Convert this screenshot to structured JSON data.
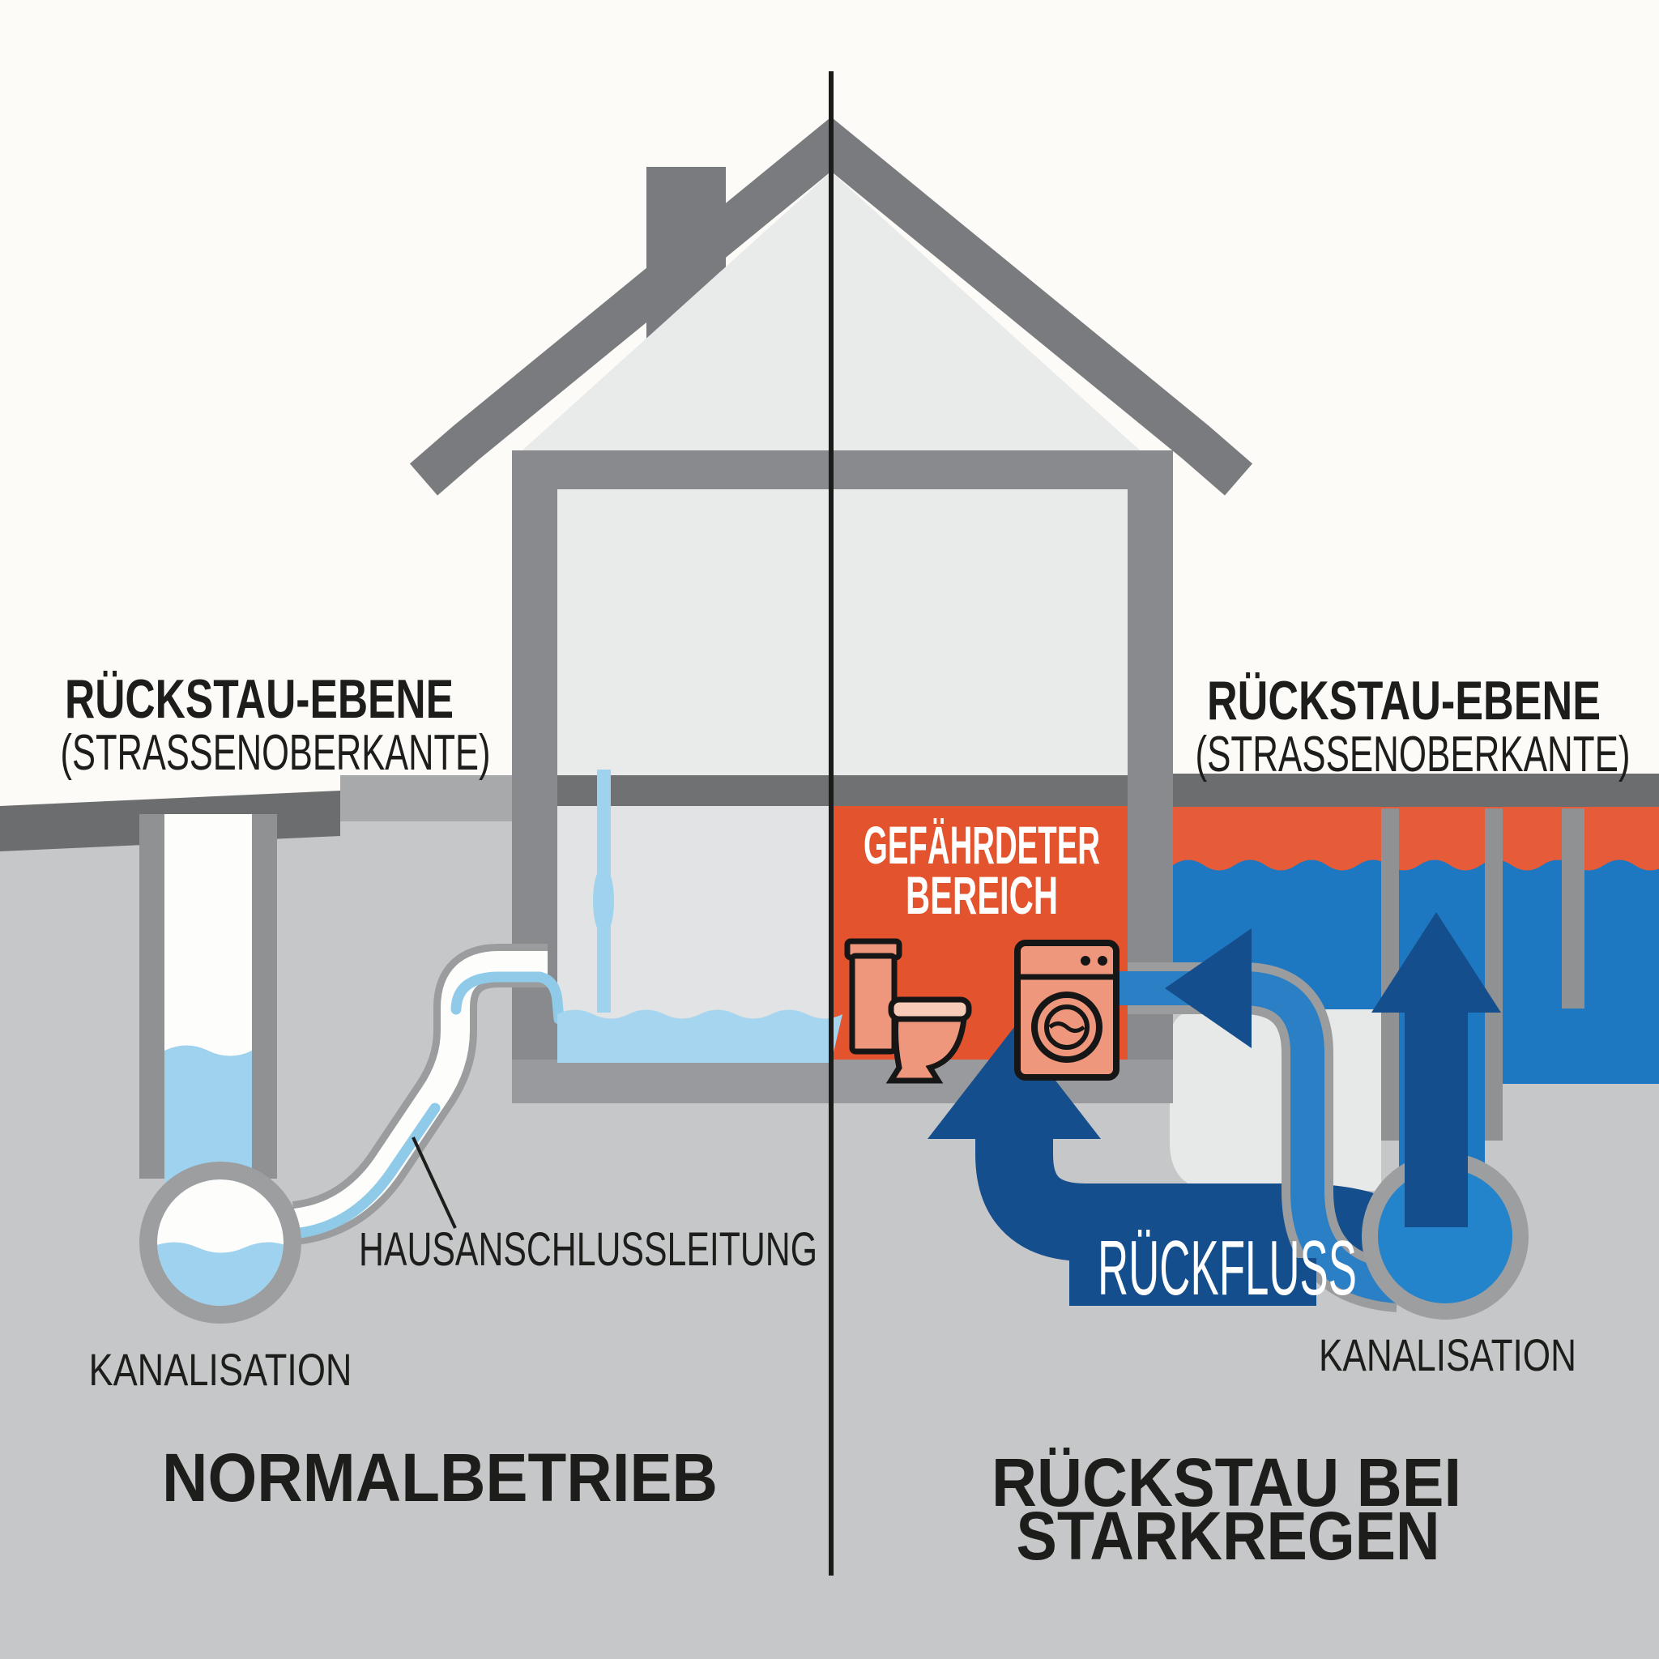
{
  "diagram_type": "sewage-backflow-infographic",
  "left_scene": {
    "level_line1": "RÜCKSTAU-EBENE",
    "level_line2": "(STRASSENOBERKANTE)",
    "pipe_label": "HAUSANSCHLUSSLEITUNG",
    "sewer_label": "KANALISATION",
    "title": "NORMALBETRIEB"
  },
  "right_scene": {
    "level_line1": "RÜCKSTAU-EBENE",
    "level_line2": "(STRASSENOBERKANTE)",
    "danger_line1": "GEFÄHRDETER",
    "danger_line2": "BEREICH",
    "backflow_label": "RÜCKFLUSS",
    "sewer_label": "KANALISATION",
    "title_line1": "RÜCKSTAU BEI",
    "title_line2": "STARKREGEN"
  },
  "icons": [
    {
      "name": "toilet-icon"
    },
    {
      "name": "washing-machine-icon"
    }
  ],
  "colors": {
    "sky": "#fcfbf7",
    "underground": "#c6c7c9",
    "road": "#6b6d6f",
    "platform": "#a7a9ab",
    "house_wall": "#888a8d",
    "roof": "#797b7e",
    "interior": "#e9eaea",
    "basement": "#e2e3e4",
    "slab": "#989a9d",
    "danger_red": "#e2532e",
    "flood_red": "#e65c38",
    "flood_blue": "#1d78c1",
    "sewer_circle_blue": "#2383cb",
    "backflow_navy": "#154e8c",
    "clean_water_light_blue": "#9fd2ee",
    "pipe_casing_gray": "#9a9c9e",
    "island_gray": "#e7e9e8",
    "icon_fill": "#ef977c",
    "text_black": "#1d1d1b",
    "white": "#ffffff"
  }
}
